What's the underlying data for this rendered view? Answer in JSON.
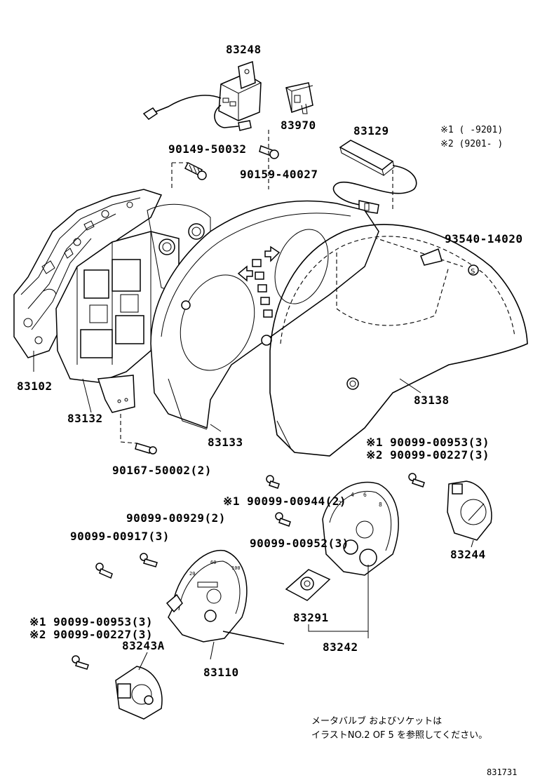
{
  "labels": {
    "p83248": "83248",
    "p83970": "83970",
    "p83129": "83129",
    "p90149": "90149-50032",
    "p90159": "90159-40027",
    "p93540": "93540-14020",
    "p83102": "83102",
    "p83132": "83132",
    "p83133": "83133",
    "p83138": "83138",
    "p90167": "90167-50002(2)",
    "p90099_00953_a": "※1 90099-00953(3)",
    "p90099_00227_a": "※2 90099-00227(3)",
    "p90099_00944": "※1 90099-00944(2)",
    "p90099_00929": "90099-00929(2)",
    "p90099_00917": "90099-00917(3)",
    "p90099_00952": "90099-00952(3)",
    "p83244": "83244",
    "p90099_00953_b": "※1 90099-00953(3)",
    "p90099_00227_b": "※2 90099-00227(3)",
    "p83243A": "83243A",
    "p83291": "83291",
    "p83110": "83110",
    "p83242": "83242"
  },
  "legend": {
    "line1": "※1 (    -9201)",
    "line2": "※2 (9201-    )"
  },
  "note": {
    "line1": "メータバルブ およびソケットは",
    "line2": "イラストNO.2 OF 5 を参照してください。"
  },
  "figure_number": "831731"
}
